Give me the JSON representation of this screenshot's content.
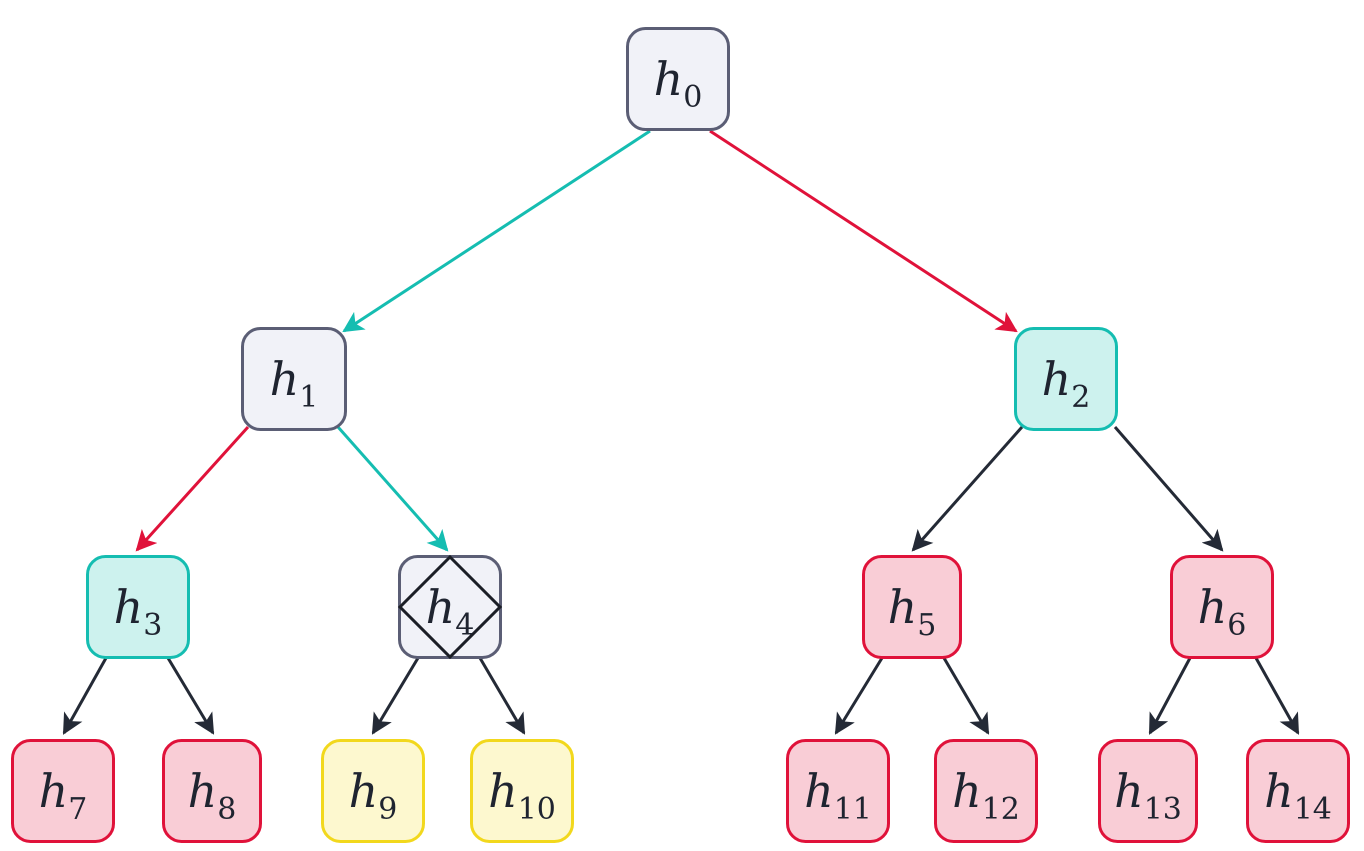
{
  "colors": {
    "teal": "#15bdb1",
    "red": "#e0123a",
    "dark": "#242a36",
    "gray_border": "#5b5e75",
    "gray_fill": "#f1f2f8",
    "teal_fill": "#cdf2ee",
    "red_fill": "#f9cdd6",
    "yellow_border": "#f2d81d",
    "yellow_fill": "#fdf8cf"
  },
  "nodes": [
    {
      "id": "h0",
      "base": "h",
      "sub": "0",
      "style": "gray"
    },
    {
      "id": "h1",
      "base": "h",
      "sub": "1",
      "style": "gray"
    },
    {
      "id": "h2",
      "base": "h",
      "sub": "2",
      "style": "teal"
    },
    {
      "id": "h3",
      "base": "h",
      "sub": "3",
      "style": "teal"
    },
    {
      "id": "h4",
      "base": "h",
      "sub": "4",
      "style": "gray",
      "marker": "diamond"
    },
    {
      "id": "h5",
      "base": "h",
      "sub": "5",
      "style": "red"
    },
    {
      "id": "h6",
      "base": "h",
      "sub": "6",
      "style": "red"
    },
    {
      "id": "h7",
      "base": "h",
      "sub": "7",
      "style": "red"
    },
    {
      "id": "h8",
      "base": "h",
      "sub": "8",
      "style": "red"
    },
    {
      "id": "h9",
      "base": "h",
      "sub": "9",
      "style": "yellow"
    },
    {
      "id": "h10",
      "base": "h",
      "sub": "10",
      "style": "yellow"
    },
    {
      "id": "h11",
      "base": "h",
      "sub": "11",
      "style": "red"
    },
    {
      "id": "h12",
      "base": "h",
      "sub": "12",
      "style": "red"
    },
    {
      "id": "h13",
      "base": "h",
      "sub": "13",
      "style": "red"
    },
    {
      "id": "h14",
      "base": "h",
      "sub": "14",
      "style": "red"
    }
  ],
  "edges": [
    {
      "from": "h0",
      "to": "h1",
      "color": "teal"
    },
    {
      "from": "h0",
      "to": "h2",
      "color": "red"
    },
    {
      "from": "h1",
      "to": "h3",
      "color": "red"
    },
    {
      "from": "h1",
      "to": "h4",
      "color": "teal"
    },
    {
      "from": "h2",
      "to": "h5",
      "color": "dark"
    },
    {
      "from": "h2",
      "to": "h6",
      "color": "dark"
    },
    {
      "from": "h3",
      "to": "h7",
      "color": "dark"
    },
    {
      "from": "h3",
      "to": "h8",
      "color": "dark"
    },
    {
      "from": "h4",
      "to": "h9",
      "color": "dark"
    },
    {
      "from": "h4",
      "to": "h10",
      "color": "dark"
    },
    {
      "from": "h5",
      "to": "h11",
      "color": "dark"
    },
    {
      "from": "h5",
      "to": "h12",
      "color": "dark"
    },
    {
      "from": "h6",
      "to": "h13",
      "color": "dark"
    },
    {
      "from": "h6",
      "to": "h14",
      "color": "dark"
    }
  ]
}
